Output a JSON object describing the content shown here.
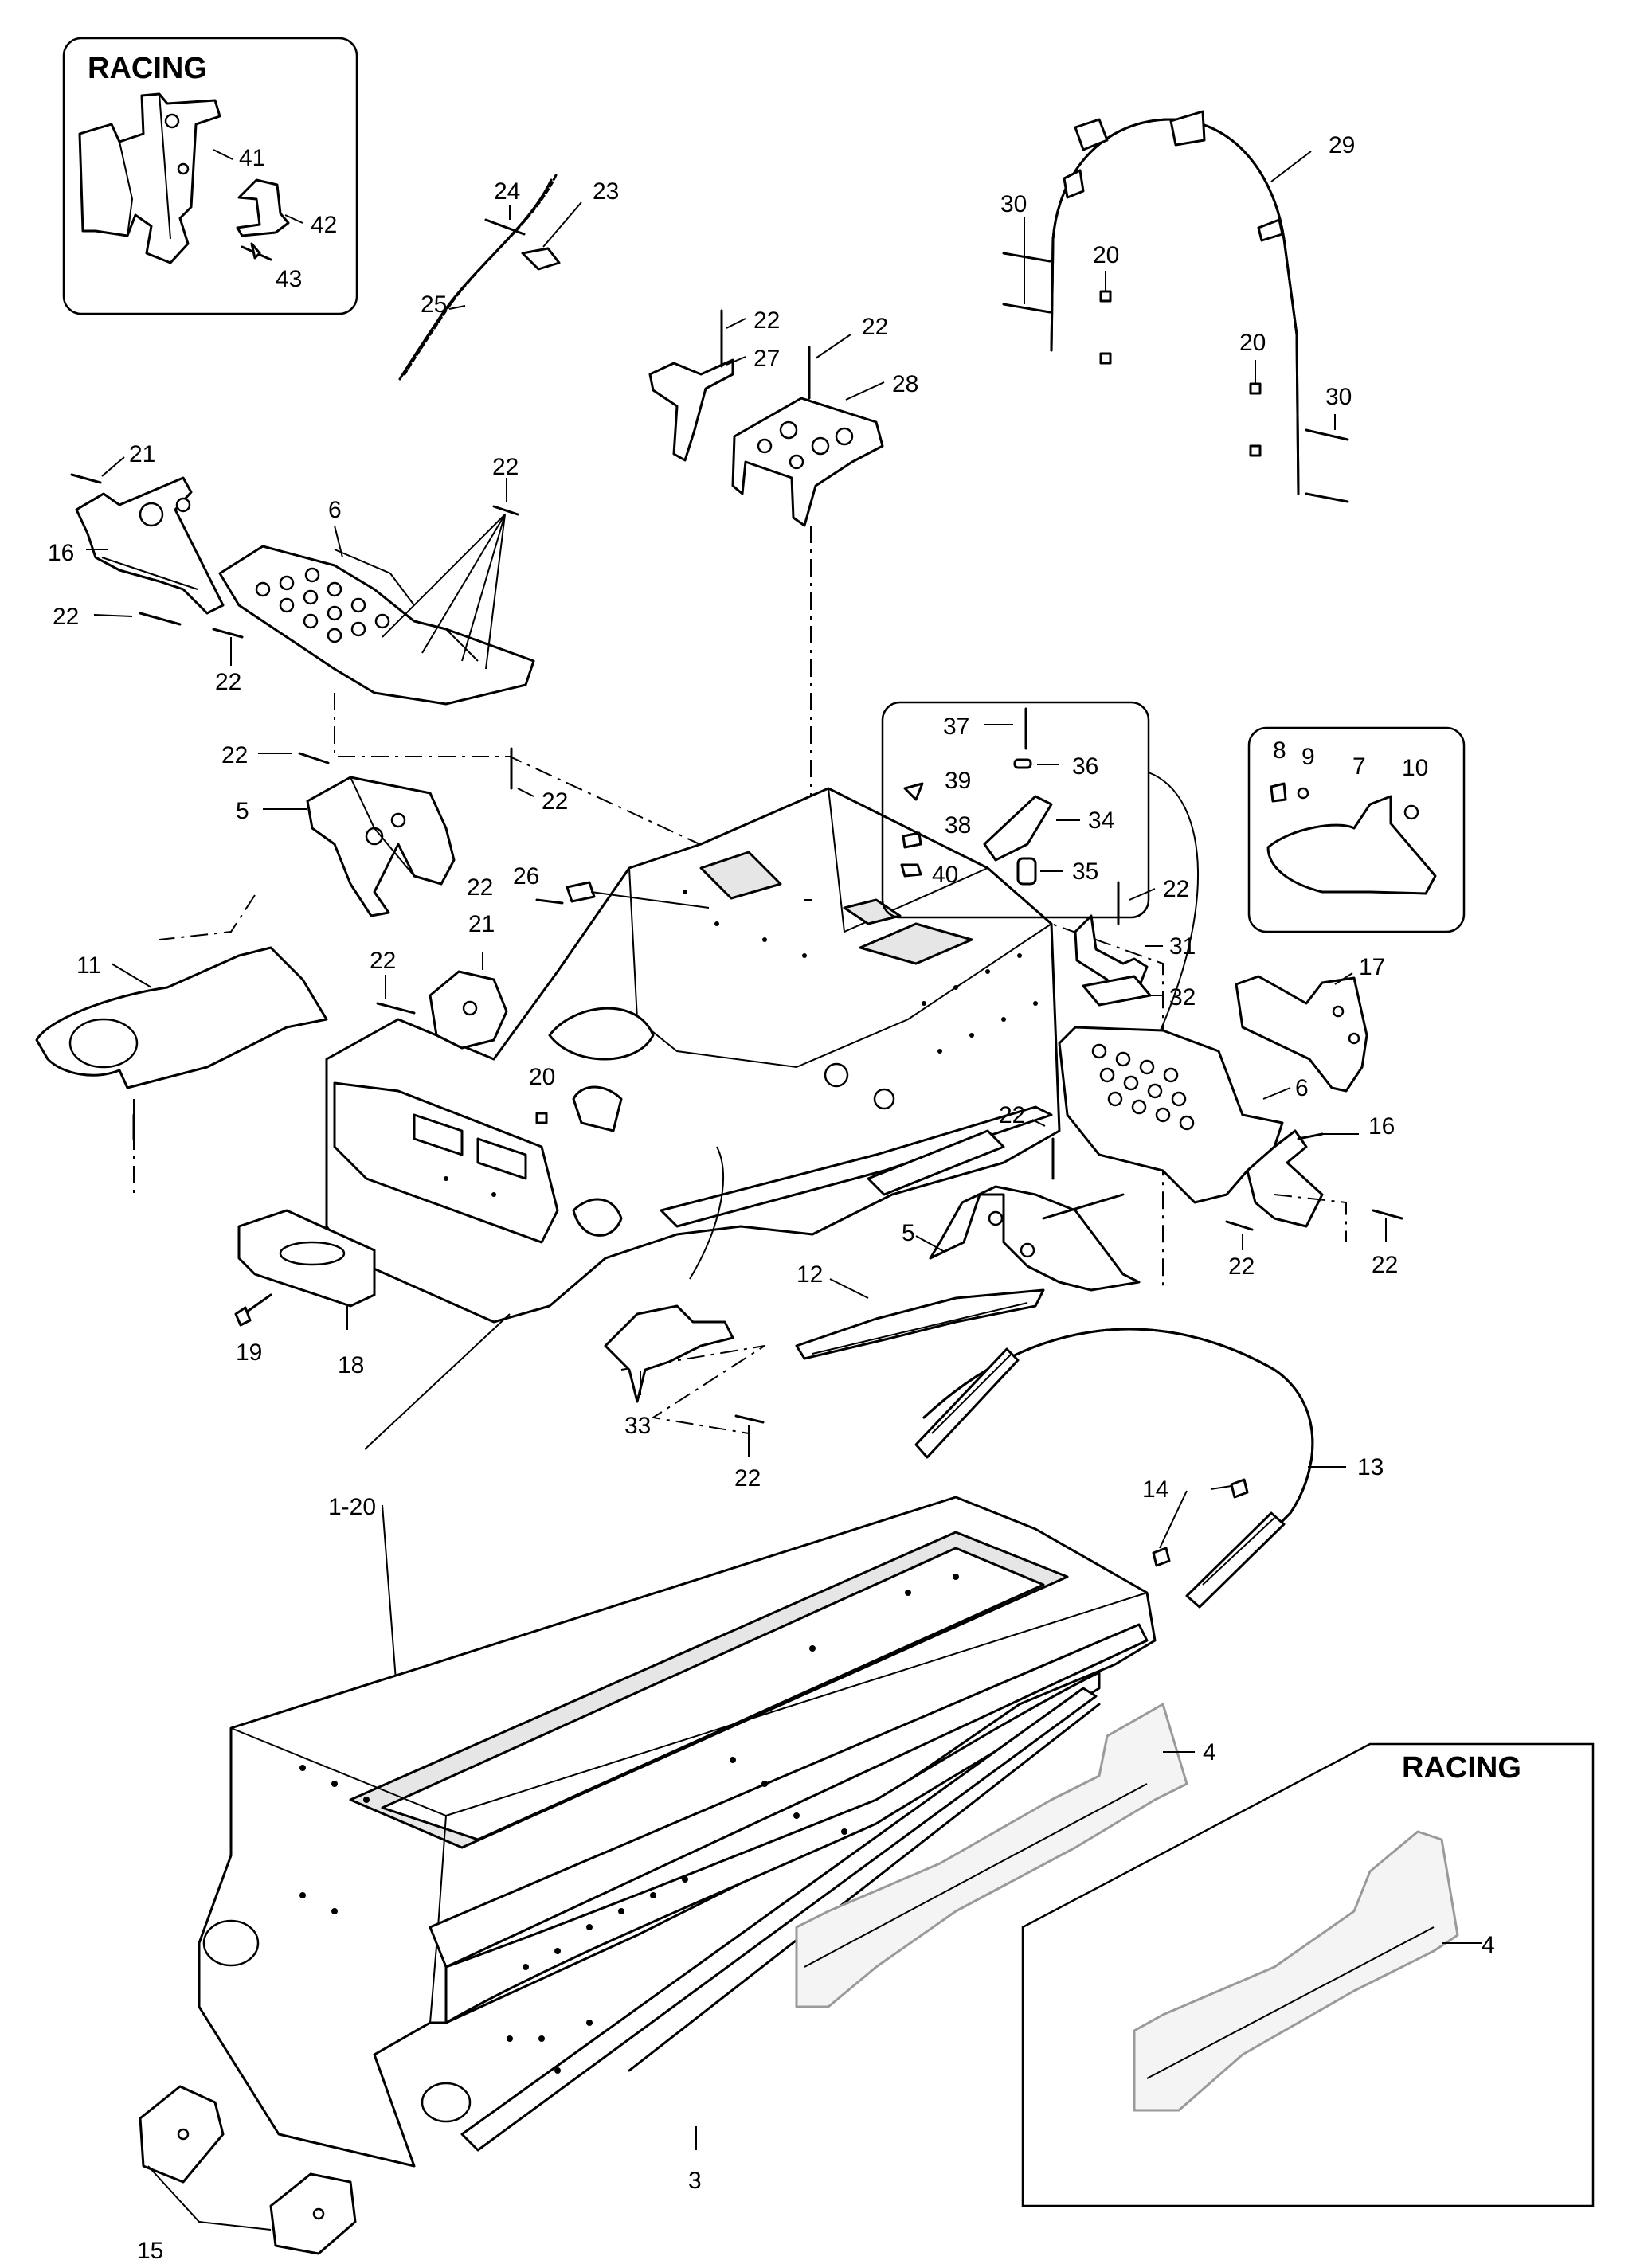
{
  "insets": {
    "racing_top": {
      "title": "RACING",
      "callouts": [
        "41",
        "42",
        "43"
      ]
    },
    "racing_bottom": {
      "title": "RACING",
      "callouts": [
        "4"
      ]
    },
    "hardware_box": {
      "callouts": [
        "37",
        "36",
        "39",
        "38",
        "34",
        "40",
        "35"
      ]
    },
    "hook_box": {
      "callouts": [
        "8",
        "9",
        "7",
        "10"
      ]
    }
  },
  "callouts": {
    "c24": "24",
    "c23": "23",
    "c25": "25",
    "c22a": "22",
    "c27": "27",
    "c22b": "22",
    "c28": "28",
    "c29": "29",
    "c30a": "30",
    "c20a": "20",
    "c20b": "20",
    "c30b": "30",
    "c21a": "21",
    "c16a": "16",
    "c6a": "6",
    "c22c": "22",
    "c22d": "22",
    "c22e": "22",
    "c22f": "22",
    "c5a": "5",
    "c22g": "22",
    "c22h": "22",
    "c26": "26",
    "c21b": "21",
    "c22i": "22",
    "c11": "11",
    "c20c": "20",
    "c22j": "22",
    "c31": "31",
    "c32": "32",
    "c17": "17",
    "c22k": "22",
    "c6b": "6",
    "c16b": "16",
    "c22l": "22",
    "c22m": "22",
    "c5b": "5",
    "c12": "12",
    "c19": "19",
    "c18": "18",
    "c33": "33",
    "c22n": "22",
    "c1_20": "1-20",
    "c13": "13",
    "c14": "14",
    "c4a": "4",
    "c3": "3",
    "c15": "15"
  }
}
